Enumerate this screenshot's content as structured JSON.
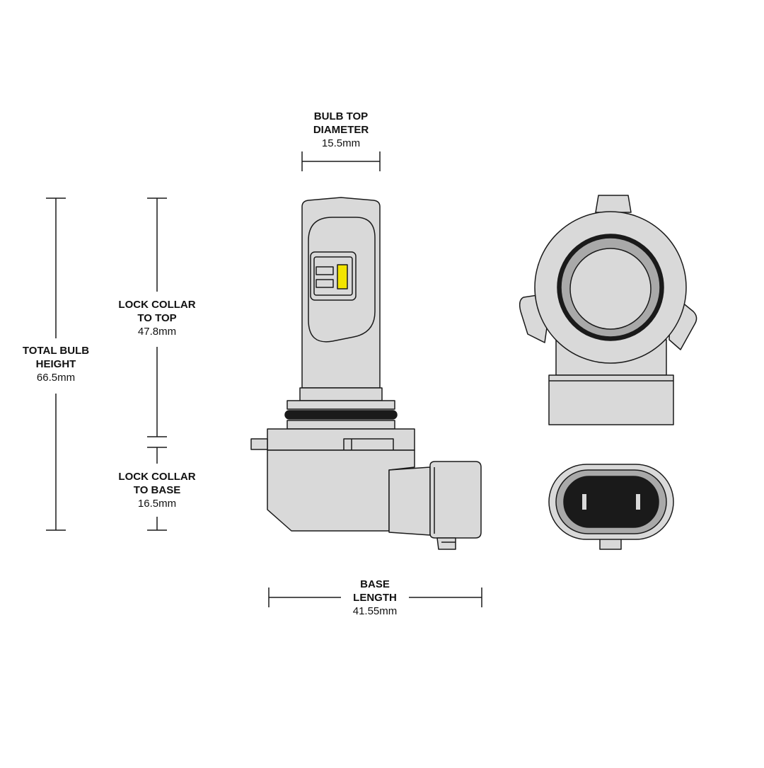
{
  "dimensions": {
    "bulb_top_diameter": {
      "line1": "BULB TOP",
      "line2": "DIAMETER",
      "value": "15.5mm"
    },
    "lock_collar_to_top": {
      "line1": "LOCK COLLAR",
      "line2": "TO TOP",
      "value": "47.8mm"
    },
    "total_bulb_height": {
      "line1": "TOTAL BULB",
      "line2": "HEIGHT",
      "value": "66.5mm"
    },
    "lock_collar_to_base": {
      "line1": "LOCK COLLAR",
      "line2": "TO BASE",
      "value": "16.5mm"
    },
    "base_length": {
      "line1": "BASE",
      "line2": "LENGTH",
      "value": "41.55mm"
    }
  },
  "colors": {
    "body_fill": "#d9d9d9",
    "outline": "#1a1a1a",
    "ring_fill": "#a9a9a9",
    "led_chip": "#f2e400",
    "o_ring": "#1a1a1a"
  }
}
